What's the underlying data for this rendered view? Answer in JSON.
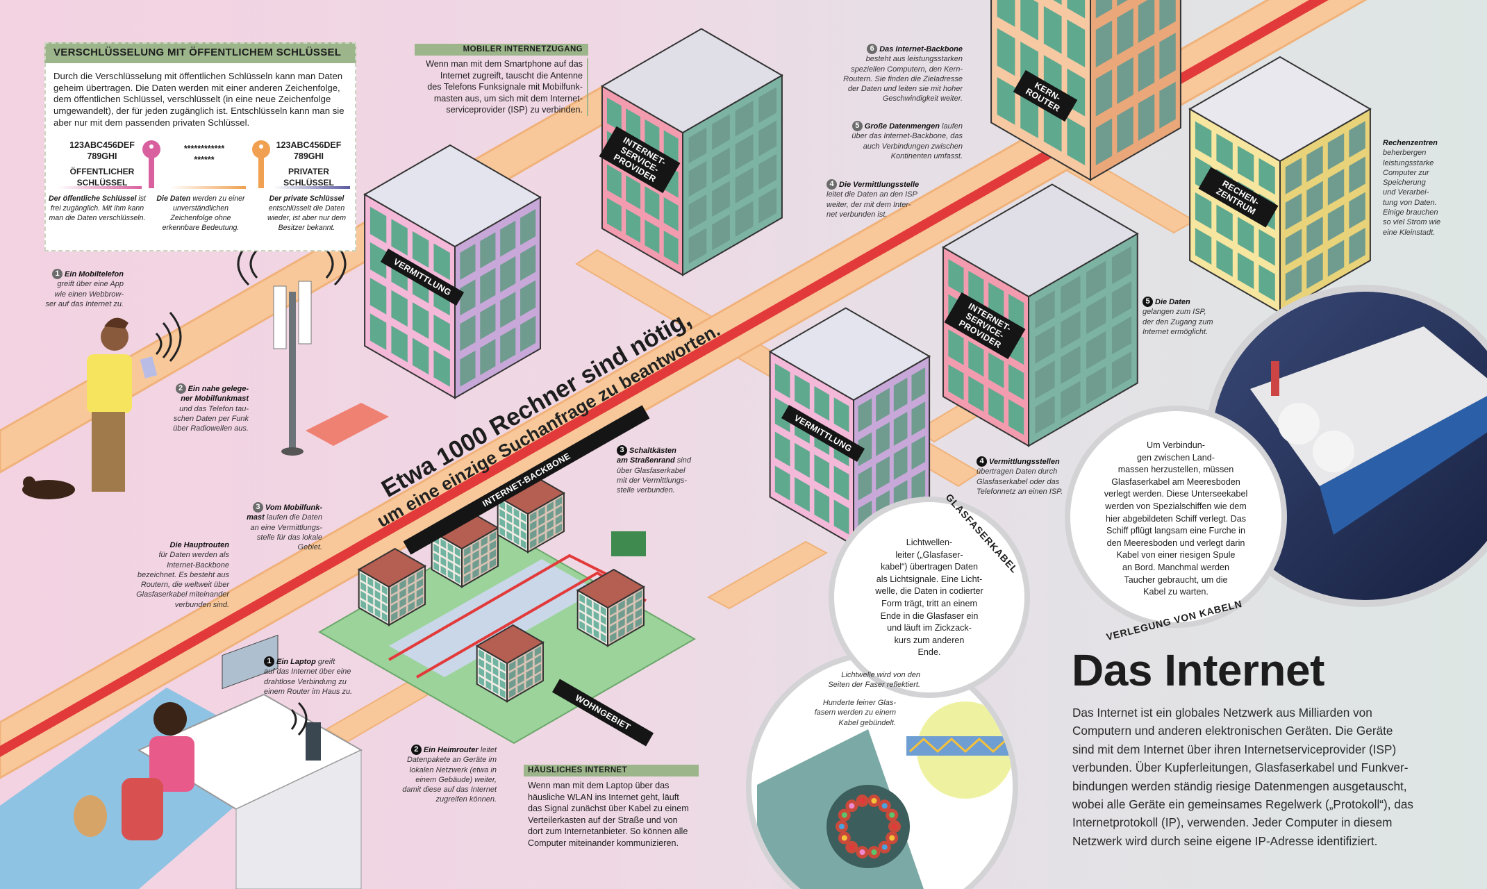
{
  "encryption": {
    "title": "VERSCHLÜSSELUNG MIT ÖFFENTLICHEM SCHLÜSSEL",
    "body": "Durch die Verschlüsselung mit öffentlichen Schlüsseln kann man Daten geheim übertragen. Die Daten werden mit einer anderen Zeichenfolge, dem öffentlichen Schlüssel, verschlüsselt (in eine neue Zeichenfolge umgewandelt), der für jeden zugänglich ist. Entschlüsseln kann man sie aber nur mit dem passenden privaten Schlüssel.",
    "public_code": "123ABC456DEF\n789GHI",
    "public_label": "ÖFFENTLICHER\nSCHLÜSSEL",
    "encrypted_code": "************\n******",
    "private_code": "123ABC456DEF\n789GHI",
    "private_label": "PRIVATER\nSCHLÜSSEL",
    "public_caption_lead": "Der öffentliche Schlüssel",
    "public_caption": " ist frei zugänglich. Mit ihm kann man die Daten verschlüsseln.",
    "data_caption_lead": "Die Daten",
    "data_caption": " werden zu einer unverständlichen Zeichenfolge ohne erkennbare Bedeutung.",
    "private_caption_lead": "Der private Schlüssel",
    "private_caption": " entschlüsselt die Daten wieder, ist aber nur dem Besitzer bekannt.",
    "colors": {
      "public_key": "#d9609f",
      "private_key": "#f0a050",
      "arrow_mid": "#f0a050",
      "arrow_private": "#5a5aa0"
    }
  },
  "mobile_box": {
    "title": "MOBILER INTERNETZUGANG",
    "body": "Wenn man mit dem Smartphone auf das\nInternet zugreift, tauscht die Antenne\ndes Telefons Funksignale mit Mobilfunk-\nmasten aus, um sich mit dem Internet-\nserviceprovider (ISP) zu verbinden."
  },
  "home_box": {
    "title": "HÄUSLICHES INTERNET",
    "body": "Wenn man mit dem Laptop über das\nhäusliche WLAN ins Internet geht, läuft\ndas Signal zunächst über Kabel zu einem\nVerteilerkasten auf der Straße und von\ndort zum Internetanbieter. So können alle\nComputer miteinander kommunizieren."
  },
  "annotations": {
    "mobile1": {
      "num": "1",
      "lead": "Ein Mobiltelefon",
      "text": "\ngreift über eine App\nwie einen Webbrow-\nser auf das Internet zu."
    },
    "mobile2": {
      "num": "2",
      "lead": "Ein nahe gelege-\nner Mobilfunkmast",
      "text": "\nund das Telefon tau-\nschen Daten per Funk\nüber Radiowellen aus."
    },
    "mobile3": {
      "num": "3",
      "lead": "Vom Mobilfunk-\nmast",
      "text": " laufen die Daten\nan eine Vermittlungs-\nstelle für das lokale\nGebiet."
    },
    "backbone_routes": {
      "lead": "Die Hauptrouten",
      "text": "\nfür Daten werden als\nInternet-Backbone\nbezeichnet. Es besteht aus\nRoutern, die weltweit über\nGlasfaserkabel miteinander\nverbunden sind."
    },
    "laptop1": {
      "num": "1",
      "lead": "Ein Laptop",
      "text": " greift\nauf das Internet über eine\ndrahtlose Verbindung zu\neinem Router im Haus zu."
    },
    "router2": {
      "num": "2",
      "lead": "Ein Heimrouter",
      "text": " leitet\nDatenpakete an Geräte im\nlokalen Netzwerk (etwa in\neinem Gebäude) weiter,\ndamit diese auf das Internet\nzugreifen können."
    },
    "cabinet3": {
      "num": "3",
      "lead": "Schaltkästen\nam Straßenrand",
      "text": " sind\nüber Glasfaserkabel\nmit der Vermittlungs-\nstelle verbunden."
    },
    "exchange4_top": {
      "num": "4",
      "lead": "Die Vermittlungsstelle",
      "text": "\nleitet die Daten an den ISP\nweiter, der mit dem Inter-\nnet verbunden ist."
    },
    "bigdata5": {
      "num": "5",
      "lead": "Große Datenmengen",
      "text": " laufen\nüber das Internet-Backbone, das\nauch Verbindungen zwischen\nKontinenten umfasst."
    },
    "backbone6": {
      "num": "6",
      "lead": "Das Internet-Backbone",
      "text": "\nbesteht aus leistungsstarken\nspeziellen Computern, den Kern-\nRoutern. Sie finden die Zieladresse\nder Daten und leiten sie mit hoher\nGeschwindigkeit weiter."
    },
    "datacenters": {
      "lead": "Rechenzentren",
      "text": "\nbeherbergen\nleistungsstarke\nComputer zur\nSpeicherung\nund Verarbei-\ntung von Daten.\nEinige brauchen\nso viel Strom wie\neine Kleinstadt."
    },
    "data5": {
      "num": "5",
      "lead": "Die Daten",
      "text": "\ngelangen zum ISP,\nder den Zugang zum\nInternet ermöglicht."
    },
    "exchanges4": {
      "num": "4",
      "lead": "Vermittlungsstellen",
      "text": "\nübertragen Daten durch\nGlasfaserkabel oder das\nTelefonnetz an einen ISP."
    }
  },
  "labels": {
    "exchange_left": "VERMITTLUNG",
    "isp_top": "INTERNET-\nSERVICE-\nPROVIDER",
    "core_router": "KERN-\nROUTER",
    "data_center": "RECHEN-\nZENTRUM",
    "exchange_mid": "VERMITTLUNG",
    "isp_right": "INTERNET-\nSERVICE-\nPROVIDER",
    "backbone": "INTERNET-BACKBONE",
    "residential": "WOHNGEBIET",
    "fiber": "GLASFASERKABEL",
    "cable_laying": "VERLEGUNG VON KABELN"
  },
  "slogan": {
    "line1": "Etwa 1000 Rechner sind nötig,",
    "line2": "um eine einzige Suchanfrage zu beantworten."
  },
  "fiber_circle": {
    "text": "Lichtwellen-\nleiter („Glasfaser-\nkabel“) übertragen Daten\nals Lichtsignale. Eine Licht-\nwelle, die Daten in codierter\nForm trägt, tritt an einem\nEnde in die Glasfaser ein\nund läuft im Zickzack-\nkurs zum anderen\nEnde.",
    "caption_reflect": "Lichtwelle wird von den\nSeiten der Faser reflektiert.",
    "caption_bundle": "Hunderte feiner Glas-\nfasern werden zu einem\nKabel gebündelt."
  },
  "cable_circle": {
    "text": "Um Verbindun-\ngen zwischen Land-\nmassen herzustellen, müssen\nGlasfaserkabel am Meeresboden\nverlegt werden. Diese Unterseekabel\nwerden von Spezialschiffen wie dem\nhier abgebildeten Schiff verlegt. Das\nSchiff pflügt langsam eine Furche in\nden Meeresboden und verlegt darin\nKabel von einer riesigen Spule\nan Bord. Manchmal werden\nTaucher gebraucht, um die\nKabel zu warten."
  },
  "main": {
    "title": "Das Internet",
    "body": "Das Internet ist ein globales Netzwerk aus Milliarden von\nComputern und anderen elektronischen Geräten. Die Geräte\nsind mit dem Internet über ihren Internetserviceprovider (ISP)\nverbunden. Über Kupferleitungen, Glasfaserkabel und Funkver-\nbindungen werden ständig riesige Datenmengen ausgetauscht,\nwobei alle Geräte ein gemeinsames Regelwerk („Protokoll“), das\nInternetprotokoll (IP), verwenden. Jeder Computer in diesem\nNetzwerk wird durch seine eigene IP-Adresse identifiziert."
  },
  "colors": {
    "band": "#f8c89a",
    "band_edge": "#f0b27a",
    "data_line": "#e23a3a",
    "box_header": "#9cb58a",
    "window": "#5fa98f"
  }
}
